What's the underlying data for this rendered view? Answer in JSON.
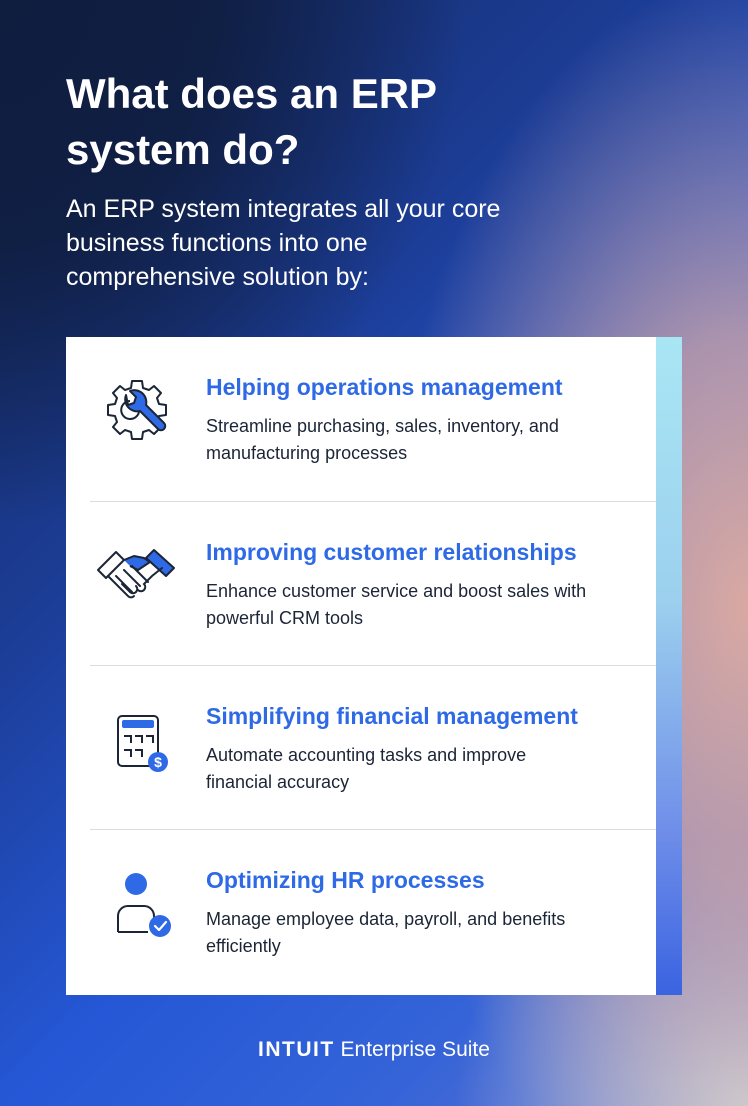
{
  "heading": {
    "title": "What does an ERP system do?",
    "subtitle": "An ERP system integrates all your core business functions into one comprehensive solution by:"
  },
  "features": [
    {
      "title": "Helping operations management",
      "description": "Streamline purchasing, sales, inventory, and manufacturing processes",
      "icon": "gear-wrench-icon"
    },
    {
      "title": "Improving customer relationships",
      "description": "Enhance customer service and boost sales with powerful CRM tools",
      "icon": "handshake-icon"
    },
    {
      "title": "Simplifying financial management",
      "description": "Automate accounting tasks and improve financial accuracy",
      "icon": "calculator-dollar-icon"
    },
    {
      "title": "Optimizing HR processes",
      "description": "Manage employee data, payroll, and benefits efficiently",
      "icon": "user-check-icon"
    }
  ],
  "footer": {
    "brand": "INTUIT",
    "product": "Enterprise Suite"
  },
  "colors": {
    "accent_blue": "#2f6ae6",
    "navy": "#1b2536"
  }
}
